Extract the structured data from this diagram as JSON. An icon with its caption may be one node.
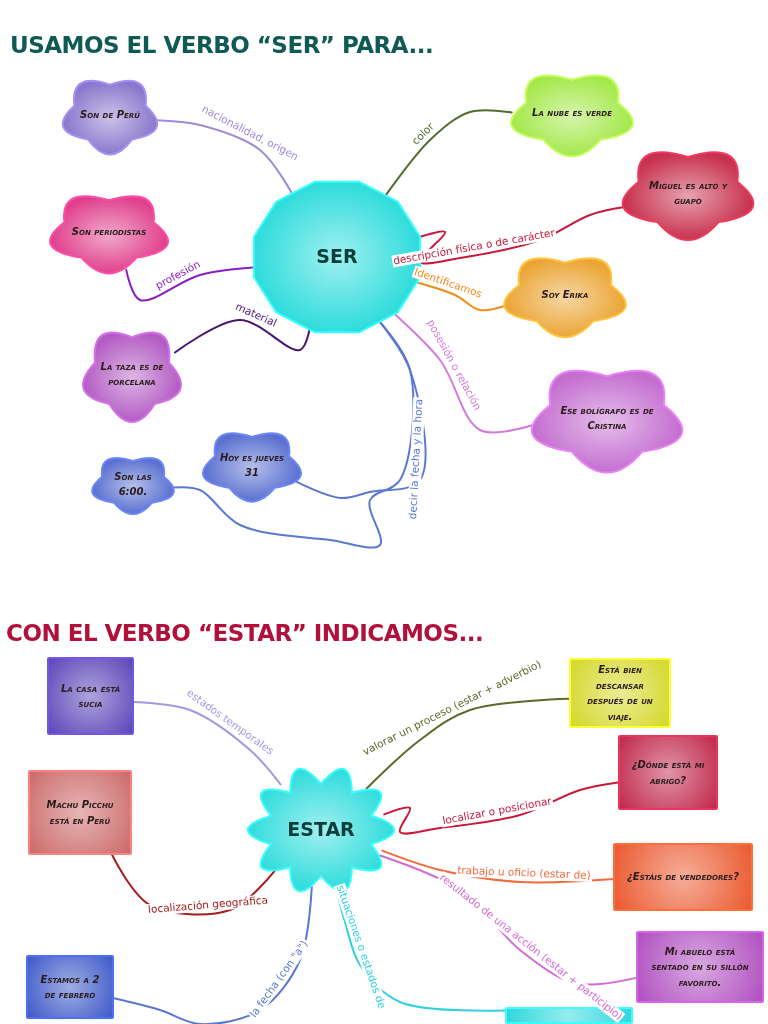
{
  "diagram": {
    "title": "USAMOS EL VERBO “SER” PARA...",
    "nodes": [
      {
        "text": [
          "SER"
        ]
      },
      {
        "text": [
          "Son de Perú"
        ]
      },
      {
        "text": [
          "La nube es verde"
        ]
      },
      {
        "text": [
          "Son periodistas"
        ]
      },
      {
        "text": [
          "Miguel es alto y guapo"
        ]
      },
      {
        "text": [
          "Soy Erika"
        ]
      },
      {
        "text": [
          "La taza es de porcelana"
        ]
      },
      {
        "text": [
          "Ese bolígrafo es de Cristina"
        ]
      },
      {
        "text": [
          "Hoy es jueves 31"
        ]
      },
      {
        "text": [
          "Son las 6:00."
        ]
      },
      {
        "text": [
          "ESTAR"
        ]
      },
      {
        "text": [
          "La casa está sucia"
        ]
      },
      {
        "text": [
          "Machu Picchu está en Perú"
        ]
      },
      {
        "text": [
          "Está bien descansar después de un viaje."
        ]
      },
      {
        "text": [
          "¿Dónde está mi abrigo?"
        ]
      },
      {
        "text": [
          "¿Estáis de vendedores?"
        ]
      },
      {
        "text": [
          "Mi abuelo está sentado en su sillón favorito."
        ]
      },
      {
        "text": [
          "Estamos a 2 de febrero"
        ]
      },
      {
        "text": [],
        "shape": "box"
      }
    ],
    "edges": [
      {
        "from": 0,
        "to": 1,
        "arrow": "none",
        "label": "nacionalidad, origen",
        "color": "#a08ad8"
      },
      {
        "from": 0,
        "to": 2,
        "arrow": "none",
        "label": "color",
        "color": "#556b2f"
      },
      {
        "from": 0,
        "to": 3,
        "arrow": "none",
        "label": "profesión",
        "color": "#8a1fc0"
      },
      {
        "from": 0,
        "to": 4,
        "arrow": "none",
        "label": "descripción física o de carácter",
        "color": "#c8193c"
      },
      {
        "from": 0,
        "to": 5,
        "arrow": "none",
        "label": "Identificamos",
        "color": "#f08c1a"
      },
      {
        "from": 0,
        "to": 6,
        "arrow": "none",
        "label": "material",
        "color": "#4b1470"
      },
      {
        "from": 0,
        "to": 7,
        "arrow": "none",
        "label": "posesión o relación",
        "color": "#d47ad8"
      },
      {
        "from": 0,
        "to": 8,
        "arrow": "none",
        "label": "decir la fecha y la hora",
        "color": "#5b78d0"
      },
      {
        "from": 0,
        "to": 9,
        "arrow": "none",
        "color": "#5b78d0"
      },
      {
        "from": 10,
        "to": 11,
        "arrow": "none",
        "label": "estados temporales",
        "color": "#a797e0"
      },
      {
        "from": 10,
        "to": 12,
        "arrow": "none",
        "label": "localización geográfica",
        "color": "#a61b1b"
      },
      {
        "from": 10,
        "to": 13,
        "arrow": "none",
        "label": "valorar un proceso (estar + adverbio)",
        "color": "#5b6b2a"
      },
      {
        "from": 10,
        "to": 14,
        "arrow": "none",
        "label": "localizar o posicionar",
        "color": "#c8193c"
      },
      {
        "from": 10,
        "to": 15,
        "arrow": "none",
        "label": "trabajo u oficio (estar de)",
        "color": "#f06a3c"
      },
      {
        "from": 10,
        "to": 16,
        "arrow": "none",
        "label": "resultado de una acción (estar + participio)",
        "color": "#d36ad3"
      },
      {
        "from": 10,
        "to": 17,
        "arrow": "none",
        "label": "la fecha (con \"a\")",
        "color": "#5b78d0"
      },
      {
        "from": 10,
        "to": 18,
        "arrow": "none",
        "label": "situaciones o estados de",
        "color": "#30d0e0"
      }
    ],
    "labels": [
      "CON EL VERBO “ESTAR” INDICAMOS..."
    ]
  }
}
